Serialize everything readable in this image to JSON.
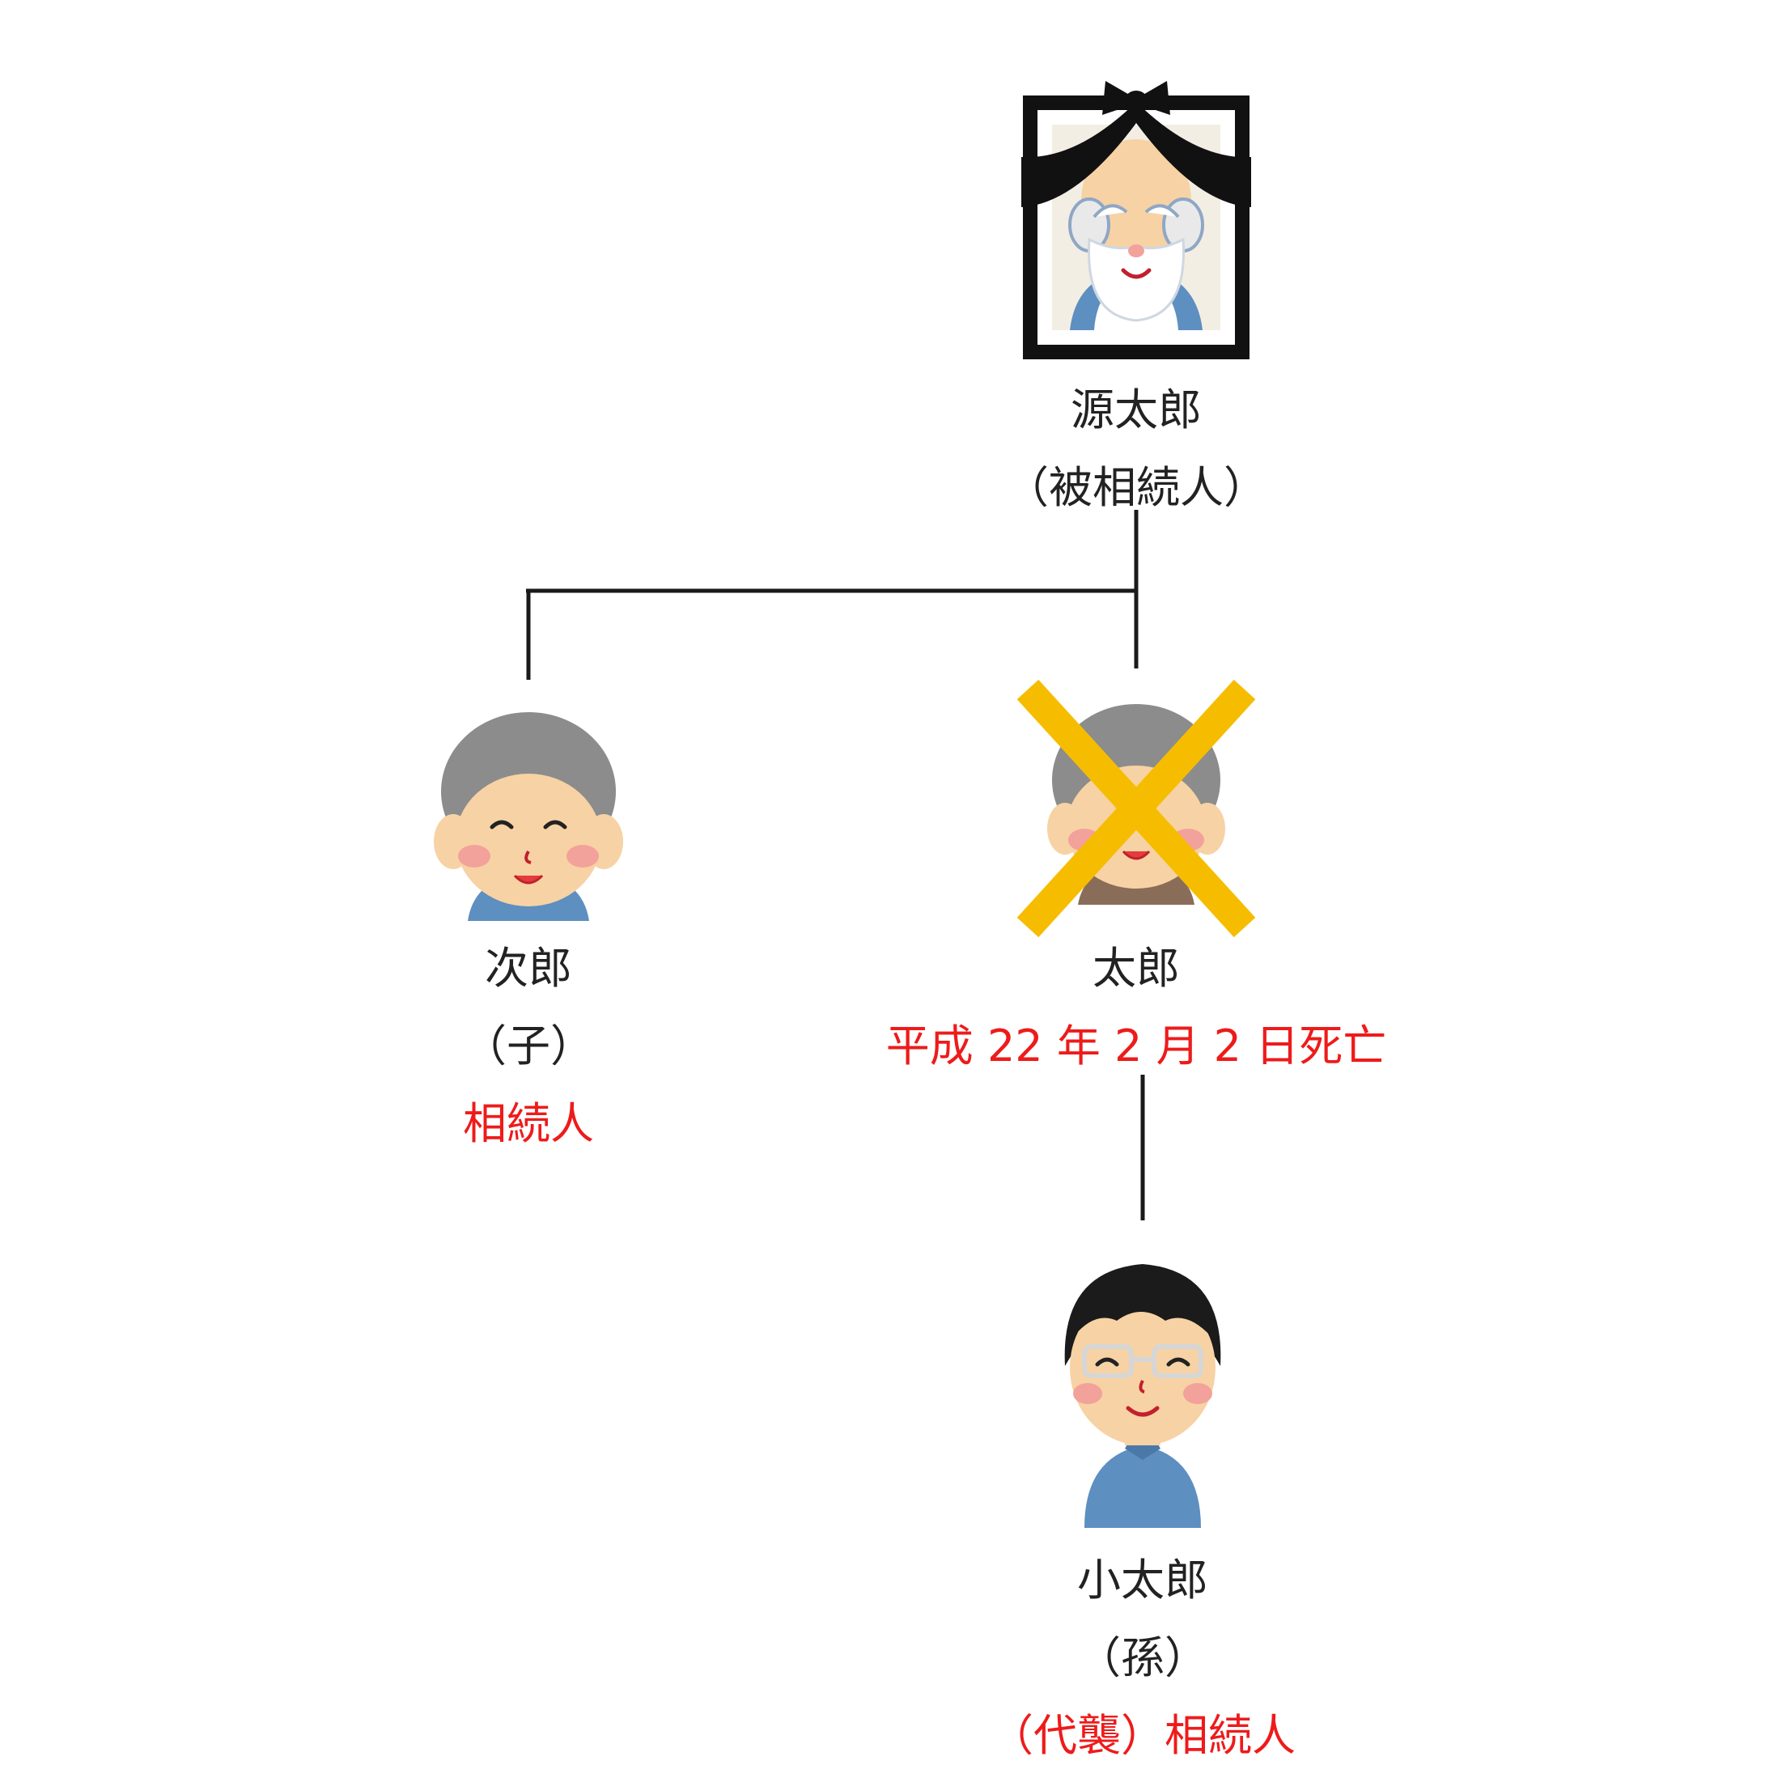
{
  "colors": {
    "line": "#1a1a1a",
    "text": "#222222",
    "highlight": "#ee1b1b",
    "cross": "#f6bd00",
    "shirt": "#5d8fc0",
    "skin": "#f7d2a4",
    "cheek": "#f3a19b",
    "gray_hair": "#8c8c8c",
    "black_hair": "#1b1b1b"
  },
  "nodes": {
    "deceased": {
      "icon": "memorial-portrait-icon",
      "name": "源太郎",
      "role": "（被相続人）"
    },
    "child_jiro": {
      "icon": "elderly-man-icon",
      "name": "次郎",
      "role": "（子）",
      "status": "相続人"
    },
    "child_taro": {
      "icon": "elderly-man-crossed-icon",
      "name": "太郎",
      "status": "平成 22 年 2 月 2 日死亡"
    },
    "grandchild": {
      "icon": "young-man-glasses-icon",
      "name": "小太郎",
      "role": "（孫）",
      "status": "（代襲）相続人"
    }
  }
}
